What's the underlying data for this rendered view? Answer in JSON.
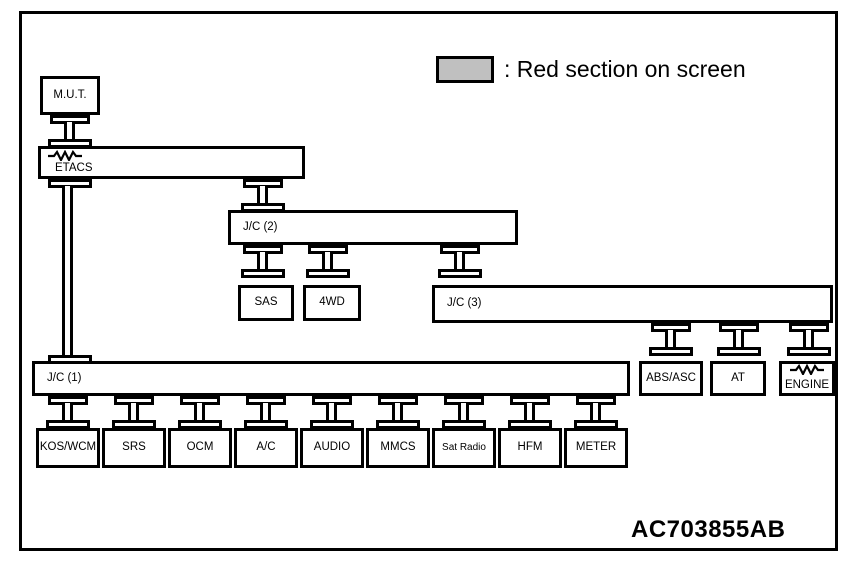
{
  "diagram": {
    "code_label": "AC703855AB",
    "legend": {
      "swatch_color": "#c0c0c0",
      "text": ": Red section on screen"
    },
    "nodes": {
      "mut": "M.U.T.",
      "etacs": "ETACS",
      "jc1": "J/C (1)",
      "jc2": "J/C (2)",
      "jc3": "J/C (3)",
      "sas": "SAS",
      "fourwd": "4WD",
      "abs_asc": "ABS/ASC",
      "at": "AT",
      "engine": "ENGINE"
    },
    "bus_nodes": [
      {
        "label": "KOS/WCM"
      },
      {
        "label": "SRS"
      },
      {
        "label": "OCM"
      },
      {
        "label": "A/C"
      },
      {
        "label": "AUDIO"
      },
      {
        "label": "MMCS"
      },
      {
        "label": "Sat Radio"
      },
      {
        "label": "HFM"
      },
      {
        "label": "METER"
      }
    ],
    "colors": {
      "line": "#000000",
      "background": "#ffffff",
      "legend_fill": "#c0c0c0"
    }
  }
}
